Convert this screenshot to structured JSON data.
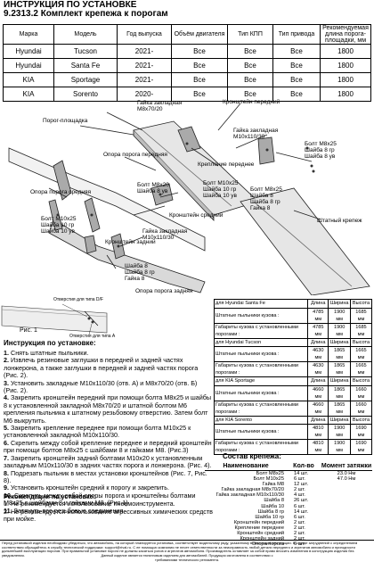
{
  "header": {
    "title": "ИНСТРУКЦИЯ ПО УСТАНОВКЕ",
    "subtitle": "9.2313.2 Комплект крепежа к порогам"
  },
  "cars_table": {
    "headers": [
      "Марка",
      "Модель",
      "Год выпуска",
      "Объём двигателя",
      "Тип КПП",
      "Тип привода",
      "Рекомендуемая длина порога-площадки, мм"
    ],
    "rows": [
      [
        "Hyundai",
        "Tucson",
        "2021-",
        "Все",
        "Все",
        "Все",
        "1800"
      ],
      [
        "Hyundai",
        "Santa Fe",
        "2021-",
        "Все",
        "Все",
        "Все",
        "1800"
      ],
      [
        "KIA",
        "Sportage",
        "2021-",
        "Все",
        "Все",
        "Все",
        "1800"
      ],
      [
        "KIA",
        "Sorento",
        "2020-",
        "Все",
        "Все",
        "Все",
        "1800"
      ]
    ]
  },
  "diagram_labels": {
    "l1": "Гайка закладная",
    "l1b": "М8х70/20",
    "l2": "Кронштейн передний",
    "l3": "Порог-площадка",
    "l4": "Гайка закладная",
    "l4b": "M10x110/30",
    "l5": "Болт М8х25",
    "l5b": "Шайба 8 гр",
    "l5c": "Шайба 8 ув",
    "l6": "Крепление переднее",
    "l7": "Опора порога передняя",
    "l8": "Болт М8х20",
    "l8b": "Шайба 8 ув",
    "l9": "Болт М10х25",
    "l9b": "Шайба 10 гр",
    "l9c": "Шайба 10 ув",
    "l10": "Опора порога средняя",
    "l11": "Болт М8х25",
    "l11b": "Шайба 8",
    "l11c": "Шайба 8 гр",
    "l11d": "Гайка 8",
    "l12": "Кронштейн средний",
    "l13": "Болт М10х25",
    "l13b": "Шайба 10 гр",
    "l13c": "Шайба 10 ув",
    "l14": "Гайка закладная",
    "l14b": "M10x110/30",
    "l15": "Кронштейн задний",
    "l16": "Штатный крепеж",
    "l17": "Шайба 8",
    "l17b": "Шайба 8 гр",
    "l17c": "Гайка 8",
    "l18": "Опора порога задняя",
    "ris_a": "Отверстия для типа D/F",
    "ris_b": "Отверстия для типа А",
    "ris_label": "Рис. 1"
  },
  "instructions": {
    "title": "Инструкция по установке:",
    "steps": [
      {
        "n": "1.",
        "t": " Снять штатные пыльники."
      },
      {
        "n": "2.",
        "t": " Извлечь резиновые заглушки в передней и задней частях лонжерона, а также заглушки в передней и задней частях порога (Рис. 2)."
      },
      {
        "n": "3.",
        "t": " Установить закладные M10x110/30 (отв. А) и M8x70/20 (отв. Б) (Рис. 2)."
      },
      {
        "n": "4.",
        "t": " Закрепить кронштейн передний при помощи болта M8x25 и шайбы 8 к установленной закладной M8x70/20 и штатной болтом M6 крепления пыльника к штатному резьбовому отверстию. Затем болт М6 выкрутить."
      },
      {
        "n": "5.",
        "t": " Закрепить крепление переднее при помощи болта M10x25 к установленной закладной M10x110/30."
      },
      {
        "n": "6.",
        "t": " Скрепить между собой крепление переднее и передний кронштейн при помощи болтов M8x25 с шайбами 8 и гайками M8. (Рис.3)"
      },
      {
        "n": "7.",
        "t": " Закрепить кронштейн задний болтами М10х20 к установленным закладным M10x110/30 в задних частях порога и лонжерона. (Рис. 4)."
      },
      {
        "n": "8.",
        "t": " Подрезать пыльник в местах установки кронштейнов (Рис. 7, Рис. 8)."
      },
      {
        "n": "9.",
        "t": " Установить кронштейн средний к порогу и закрепить."
      },
      {
        "n": "10.",
        "t": " Скрепить между собой опоры порога и кронштейны болтами M8x25 с шайбами 8 и гайками M8. (Рис.1)"
      },
      {
        "n": "11.",
        "t": " Затянуть все резьбовые соединения."
      }
    ]
  },
  "recommendations": {
    "title": "Рекомендации по установке:",
    "items": [
      "1. Не рекомендуется использование пневмоинструмента.",
      "2. Не рекомендуется использование агрессивных химических средств при мойке."
    ]
  },
  "dimensions": {
    "header": [
      "Длина",
      "Ширина",
      "Высота"
    ],
    "blocks": [
      {
        "model": "для Hyundai Santa Fe",
        "rows": [
          [
            "Штатные пыльники кузова :",
            "4785 мм",
            "1900 мм",
            "1685 мм"
          ],
          [
            "Габариты кузова с установленными порогами :",
            "4785 мм",
            "1900 мм",
            "1685 мм"
          ]
        ]
      },
      {
        "model": "для Hyundai Tucson",
        "rows": [
          [
            "Штатные пыльники кузова :",
            "4630 мм",
            "1865 мм",
            "1665 мм"
          ],
          [
            "Габариты кузова с установленными порогами :",
            "4630 мм",
            "1865 мм",
            "1665 мм"
          ]
        ]
      },
      {
        "model": "для KIA Sportage",
        "rows": [
          [
            "Штатные пыльники кузова :",
            "4660 мм",
            "1865 мм",
            "1660 мм"
          ],
          [
            "Габариты кузова с установленными порогами :",
            "4660 мм",
            "1865 мм",
            "1660 мм"
          ]
        ]
      },
      {
        "model": "для KIA Sorento",
        "rows": [
          [
            "Штатные пыльники кузова :",
            "4810 мм",
            "1900 мм",
            "1690 мм"
          ],
          [
            "Габариты кузова с установленными порогами :",
            "4810 мм",
            "1900 мм",
            "1690 мм"
          ]
        ]
      }
    ]
  },
  "kit": {
    "title": "Состав крепежа:",
    "headers": [
      "Наименование",
      "Кол-во",
      "Момент затяжки"
    ],
    "torque": [
      "23.0 Нм",
      "47.0 Нм"
    ],
    "rows": [
      [
        "Болт М8х25",
        "14 шт."
      ],
      [
        "Болт M10x25",
        "6 шт."
      ],
      [
        "Гайка М8",
        "12 шт."
      ],
      [
        "Гайка закладная М8х70/20",
        "2 шт."
      ],
      [
        "Гайка закладная М10х110/30",
        "4 шт."
      ],
      [
        "Шайба 8",
        "26 шт."
      ],
      [
        "Шайба 10",
        "6 шт."
      ],
      [
        "Шайба 8 гр",
        "14 шт."
      ],
      [
        "Шайба 10 гр",
        "6 шт."
      ],
      [
        "Кронштейн передний",
        "2 шт."
      ],
      [
        "Крепление переднее",
        "2 шт."
      ],
      [
        "Кронштейн средний",
        "2 шт."
      ],
      [
        "Кронштейн задний",
        "2 шт."
      ],
      [
        "Опора порога",
        "6 шт."
      ]
    ]
  },
  "footer": {
    "text": "Перед установкой изделия необходимо убедиться, что автомобиль, на который планируется установка, соответствует модельному ряду, указанному в настоящей инструкции. В случае затруднений с определением соответствия обращайтесь в службу технической поддержки: support@rival.ru. С ее помощью компания не несет ответственности за неисправность любой детали переднего и агрегатов автомобиля и пригодности дальнейшей эксплуатации порогов. При правильной установке пороги не должны касаться узлов и агрегатов автомобиля. Производитель оставляет за собой право вносить изменения в конструкцию изделия без уведомления.",
    "text2": "Данный изделие является тюнинговым изделием для автомобилей. Продукция изготовлена в соответствии с требованиями технического регламента."
  }
}
